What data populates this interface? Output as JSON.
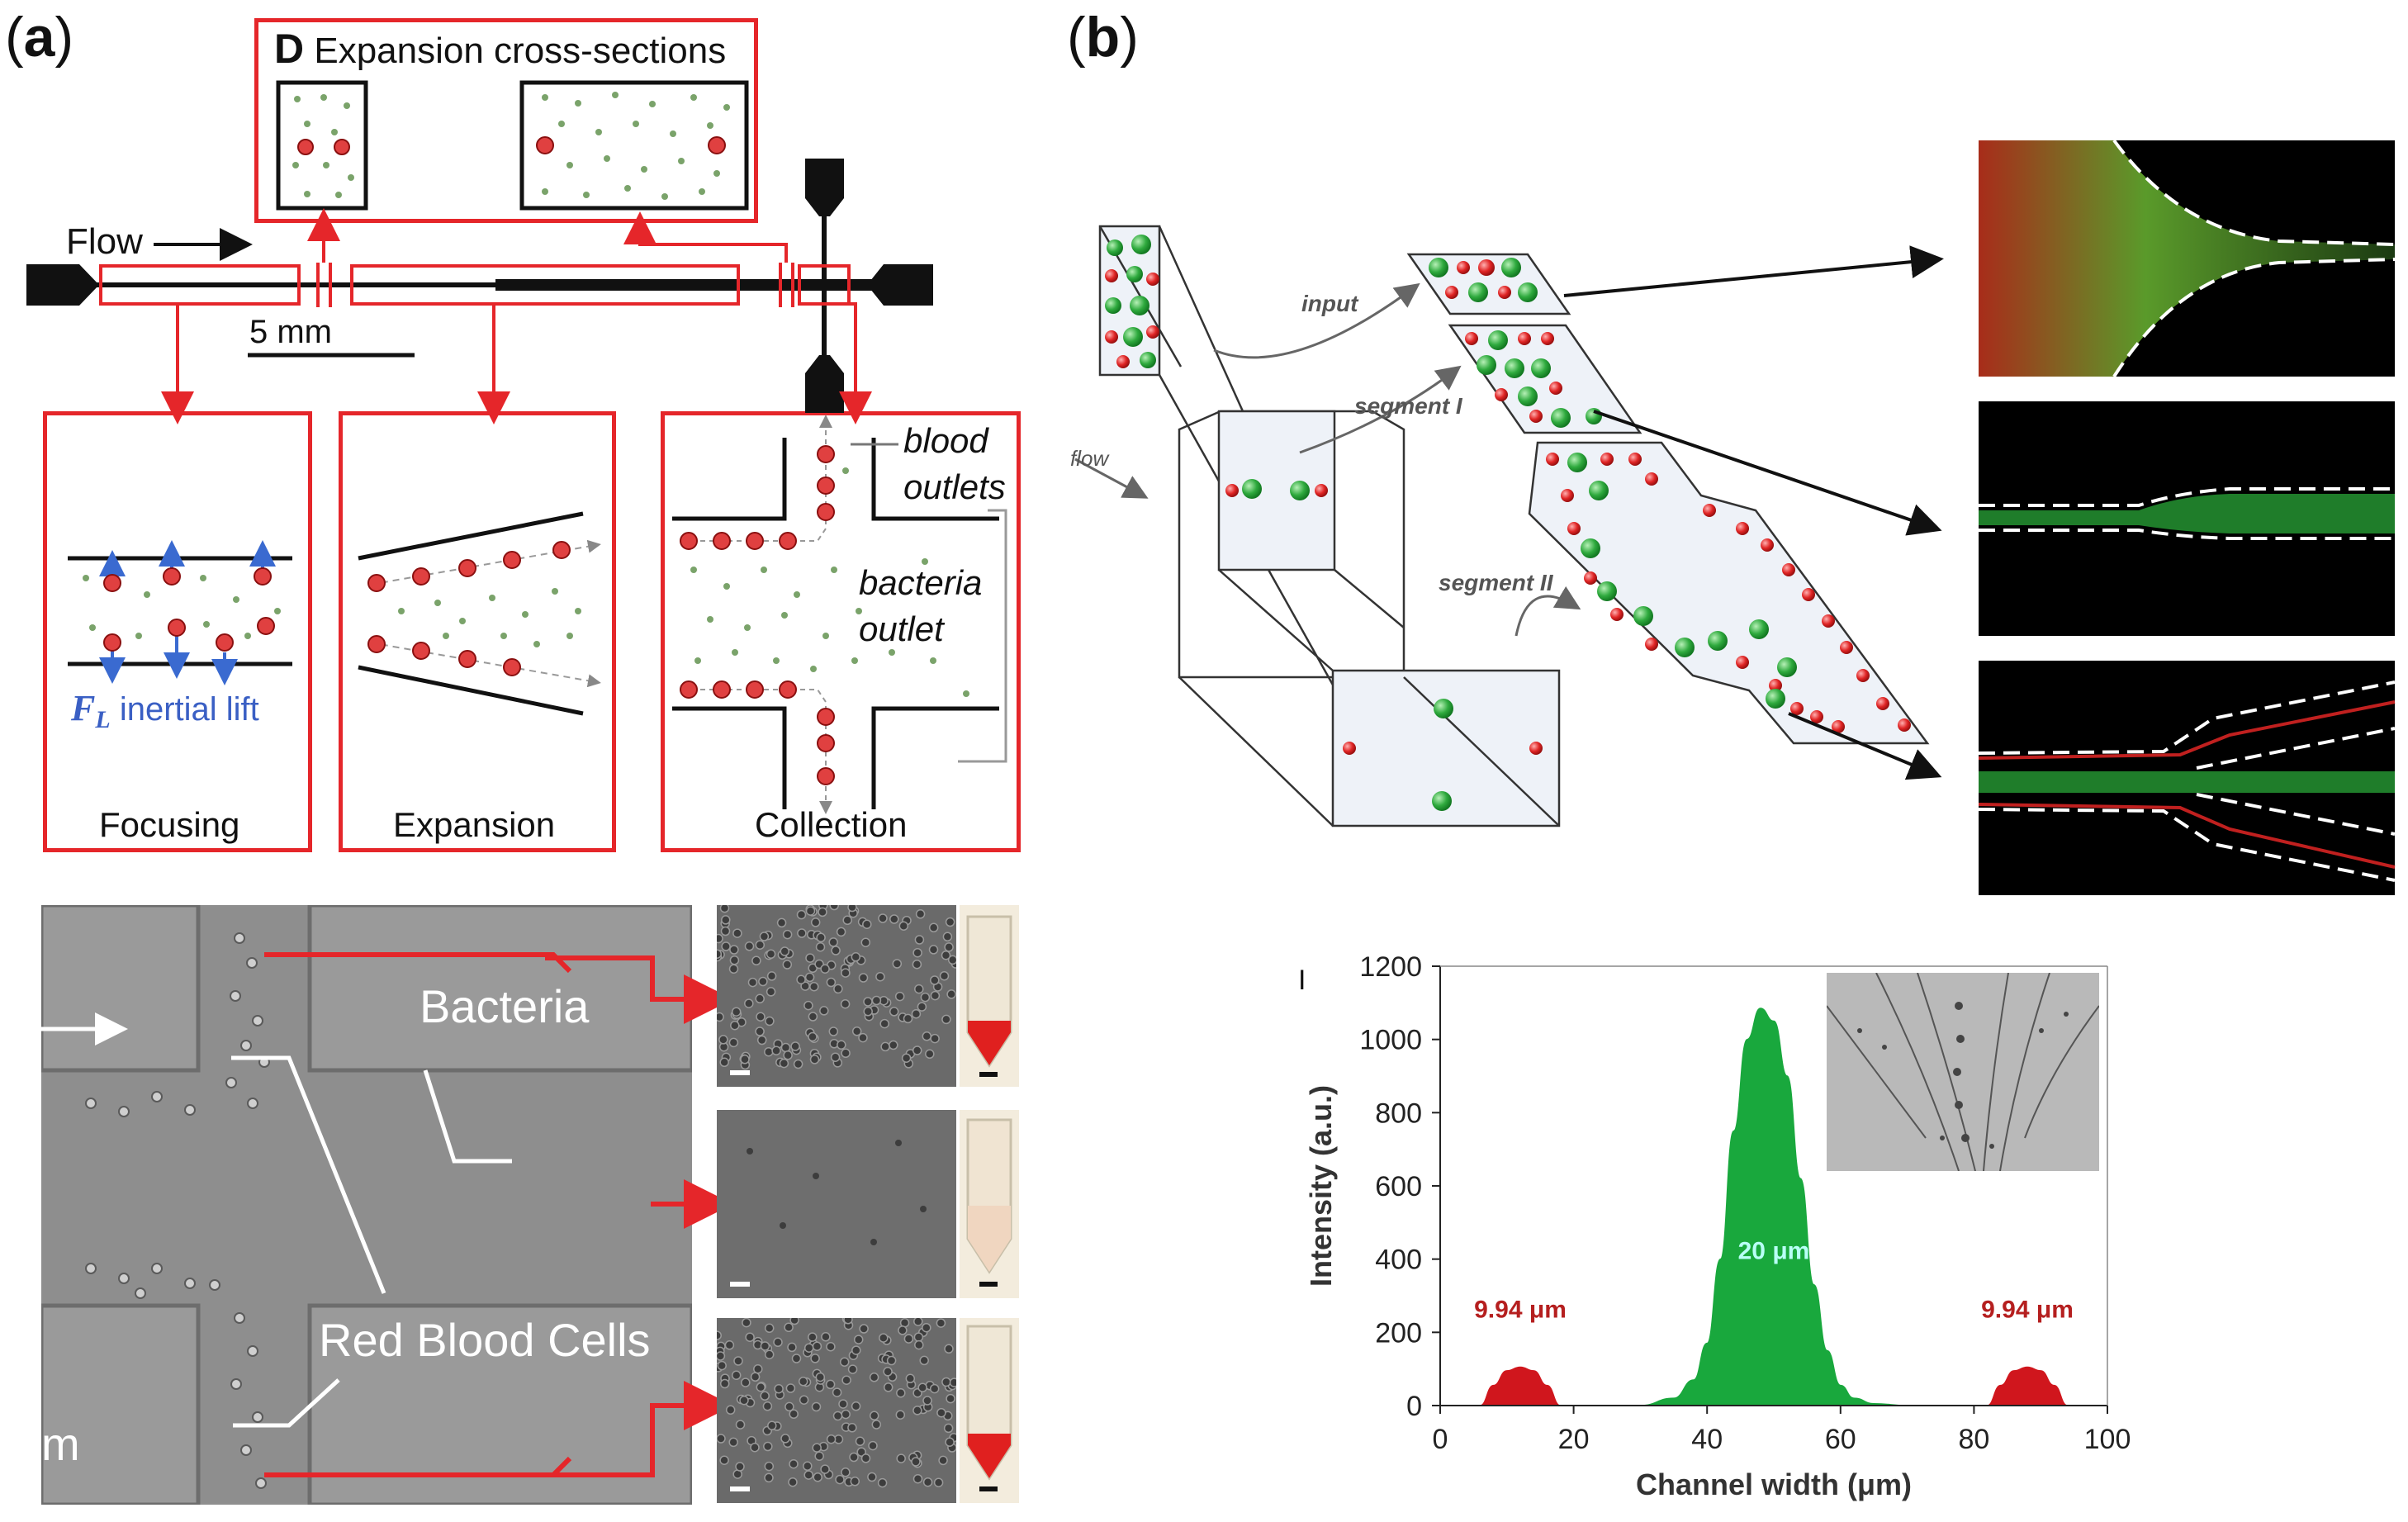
{
  "panel_a": {
    "label_open": "(",
    "label_letter": "a",
    "label_close": ")",
    "cross_section": {
      "letter": "D",
      "title": "Expansion cross-sections"
    },
    "flow_label": "Flow",
    "scale_label": "5 mm",
    "stages": {
      "focusing": "Focusing",
      "expansion": "Expansion",
      "collection": "Collection"
    },
    "lift": {
      "symbol": "F",
      "subscript": "L",
      "text": "inertial lift"
    },
    "collection": {
      "blood_line1": "blood",
      "blood_line2": "outlets",
      "bacteria_line1": "bacteria",
      "bacteria_line2": "outlet"
    },
    "micrograph": {
      "bacteria": "Bacteria",
      "rbc": "Red Blood Cells",
      "partial_unit": "m"
    }
  },
  "panel_b": {
    "label_open": "(",
    "label_letter": "b",
    "label_close": ")",
    "schematic": {
      "flow": "flow",
      "input": "input",
      "segment1": "segment I",
      "segment2": "segment II"
    },
    "tick_mark": "I"
  },
  "chart_data": {
    "type": "area",
    "title": "",
    "xlabel": "Channel width (μm)",
    "ylabel": "Intensity (a.u.)",
    "xlim": [
      0,
      100
    ],
    "ylim": [
      0,
      1200
    ],
    "xticks": [
      0,
      20,
      40,
      60,
      80,
      100
    ],
    "yticks": [
      0,
      200,
      400,
      600,
      800,
      1000,
      1200
    ],
    "grid": false,
    "series": [
      {
        "label": "9.94 μm",
        "color": "#d0161d",
        "x": [
          6,
          8,
          10,
          12,
          14,
          16,
          18
        ],
        "y": [
          0,
          55,
          95,
          105,
          95,
          55,
          0
        ]
      },
      {
        "label": "20 μm",
        "color": "#19a83d",
        "x": [
          30,
          35,
          38,
          40,
          42,
          44,
          46,
          48,
          50,
          52,
          54,
          56,
          58,
          60,
          62,
          65,
          70
        ],
        "y": [
          0,
          20,
          70,
          170,
          400,
          750,
          1000,
          1085,
          1050,
          900,
          620,
          330,
          150,
          55,
          20,
          5,
          0
        ]
      },
      {
        "label": "9.94 μm",
        "color": "#d0161d",
        "x": [
          82,
          84,
          86,
          88,
          90,
          92,
          94
        ],
        "y": [
          0,
          55,
          95,
          105,
          95,
          55,
          0
        ]
      }
    ]
  }
}
